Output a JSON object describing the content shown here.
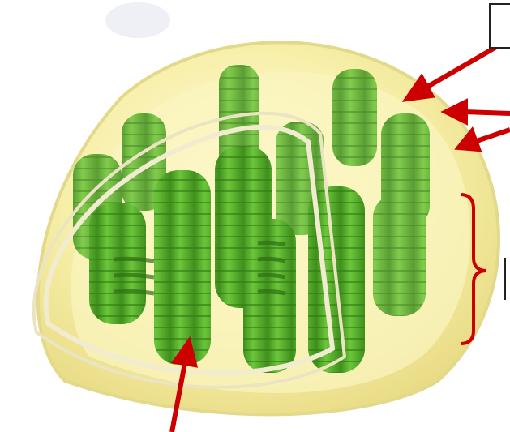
{
  "diagram": {
    "subject": "chloroplast",
    "colors": {
      "background": "#ffffff",
      "outer_envelope": "#f4ec9a",
      "stroma": "#fbf6c4",
      "thylakoid": "#5cb82e",
      "thylakoid_dark": "#3f8f1d",
      "membrane_outline": "#e8e2c0",
      "arrow": "#cc0000",
      "brace": "#cc0000"
    },
    "labels": [
      {
        "id": "label-top",
        "text": ""
      },
      {
        "id": "label-side",
        "text": ""
      }
    ]
  }
}
